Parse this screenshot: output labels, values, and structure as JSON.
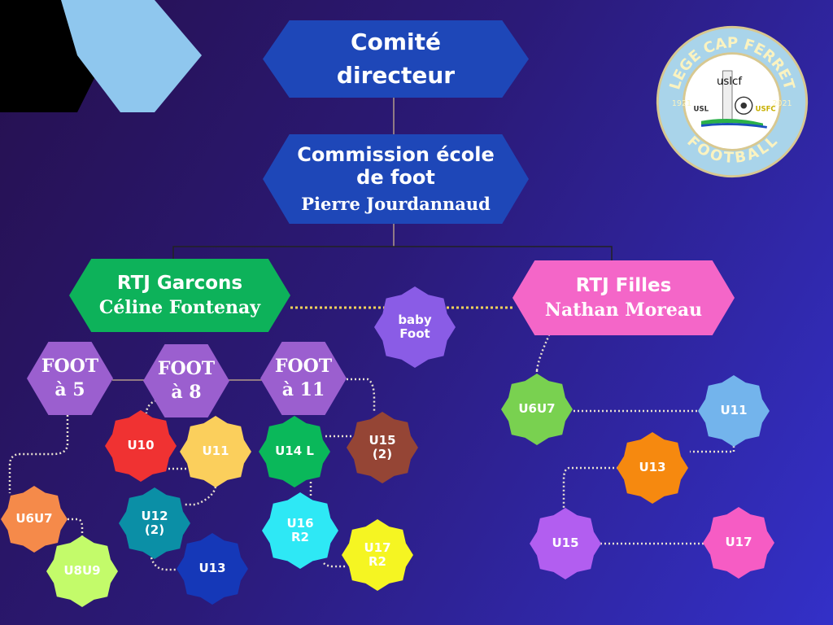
{
  "top": {
    "comite": {
      "line1": "Comité",
      "line2": "directeur",
      "color": "#1e47b8"
    },
    "commission": {
      "line1": "Commission école",
      "line2": "de foot",
      "person": "Pierre Jourdannaud",
      "color": "#1e47b8"
    }
  },
  "rtj_garcons": {
    "title": "RTJ Garcons",
    "person": "Céline Fontenay",
    "color": "#0db25a"
  },
  "rtj_filles": {
    "title": "RTJ Filles",
    "person": "Nathan Moreau",
    "color": "#f466c8"
  },
  "baby_foot": {
    "line1": "baby",
    "line2": "Foot",
    "color": "#8a5ce6"
  },
  "formats": [
    {
      "id": "f5",
      "line1": "FOOT",
      "line2": "à 5",
      "color": "#9b5fcf"
    },
    {
      "id": "f8",
      "line1": "FOOT",
      "line2": "à 8",
      "color": "#9b5fcf"
    },
    {
      "id": "f11",
      "line1": "FOOT",
      "line2": "à 11",
      "color": "#9b5fcf"
    }
  ],
  "teams_garcons": [
    {
      "id": "g_u10",
      "line1": "U10",
      "line2": "",
      "color": "#f03232",
      "text_color": "#ffffff"
    },
    {
      "id": "g_u11",
      "line1": "U11",
      "line2": "",
      "color": "#fbcf5c",
      "text_color": "#ffffff"
    },
    {
      "id": "g_u14",
      "line1": "U14 L",
      "line2": "",
      "color": "#0ab85a",
      "text_color": "#ffffff"
    },
    {
      "id": "g_u15",
      "line1": "U15",
      "line2": "(2)",
      "color": "#954535",
      "text_color": "#ffffff"
    },
    {
      "id": "g_u6u7",
      "line1": "U6U7",
      "line2": "",
      "color": "#f58a4a",
      "text_color": "#ffffff"
    },
    {
      "id": "g_u8u9",
      "line1": "U8U9",
      "line2": "",
      "color": "#c3fb6a",
      "text_color": "#ffffff"
    },
    {
      "id": "g_u12",
      "line1": "U12",
      "line2": "(2)",
      "color": "#0b8fa6",
      "text_color": "#ffffff"
    },
    {
      "id": "g_u13",
      "line1": "U13",
      "line2": "",
      "color": "#1538b8",
      "text_color": "#ffffff"
    },
    {
      "id": "g_u16",
      "line1": "U16",
      "line2": "R2",
      "color": "#2ee8f5",
      "text_color": "#ffffff"
    },
    {
      "id": "g_u17",
      "line1": "U17",
      "line2": "R2",
      "color": "#f5f522",
      "text_color": "#ffffff"
    }
  ],
  "teams_filles": [
    {
      "id": "f_u6u7",
      "line1": "U6U7",
      "line2": "",
      "color": "#79d150",
      "text_color": "#ffffff"
    },
    {
      "id": "f_u11",
      "line1": "U11",
      "line2": "",
      "color": "#73b4ec",
      "text_color": "#ffffff"
    },
    {
      "id": "f_u13",
      "line1": "U13",
      "line2": "",
      "color": "#f6890f",
      "text_color": "#ffffff"
    },
    {
      "id": "f_u15",
      "line1": "U15",
      "line2": "",
      "color": "#b25ef0",
      "text_color": "#ffffff"
    },
    {
      "id": "f_u17",
      "line1": "U17",
      "line2": "",
      "color": "#f65cc4",
      "text_color": "#ffffff"
    }
  ],
  "logo": {
    "top_text": "LEGE CAP FERRET",
    "bottom_text": "FOOTBALL",
    "year_left": "1921",
    "year_right": "2021",
    "center": "uslcf",
    "left": "USL",
    "right": "USFC"
  }
}
